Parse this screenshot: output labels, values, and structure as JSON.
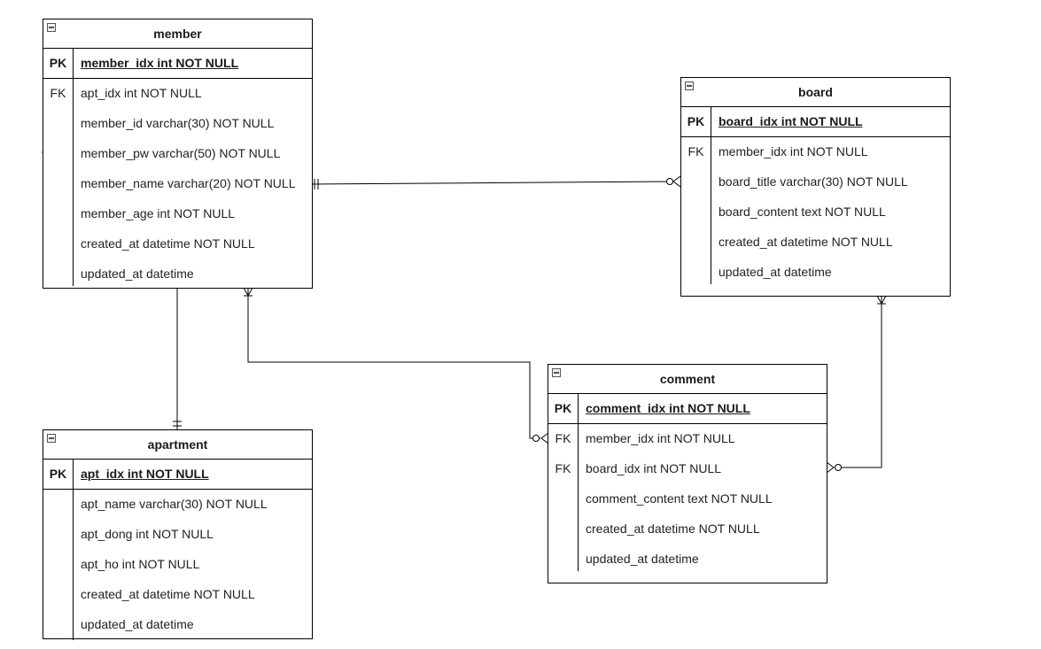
{
  "diagram": {
    "entities": [
      {
        "id": "member",
        "name": "member",
        "pk": {
          "key": "PK",
          "attr": "member_idx int NOT NULL"
        },
        "attrs": [
          {
            "key": "FK",
            "name": "apt_idx int NOT NULL"
          },
          {
            "key": "",
            "name": "member_id varchar(30) NOT NULL"
          },
          {
            "key": "",
            "name": "member_pw varchar(50) NOT NULL"
          },
          {
            "key": "",
            "name": "member_name varchar(20) NOT NULL"
          },
          {
            "key": "",
            "name": "member_age int NOT NULL"
          },
          {
            "key": "",
            "name": "created_at datetime NOT NULL"
          },
          {
            "key": "",
            "name": "updated_at datetime"
          }
        ]
      },
      {
        "id": "board",
        "name": "board",
        "pk": {
          "key": "PK",
          "attr": "board_idx int NOT NULL"
        },
        "attrs": [
          {
            "key": "FK",
            "name": "member_idx int NOT NULL"
          },
          {
            "key": "",
            "name": "board_title varchar(30) NOT NULL"
          },
          {
            "key": "",
            "name": "board_content text NOT NULL"
          },
          {
            "key": "",
            "name": "created_at datetime NOT NULL"
          },
          {
            "key": "",
            "name": "updated_at datetime"
          }
        ]
      },
      {
        "id": "apartment",
        "name": "apartment",
        "pk": {
          "key": "PK",
          "attr": "apt_idx int NOT NULL"
        },
        "attrs": [
          {
            "key": "",
            "name": "apt_name varchar(30) NOT NULL"
          },
          {
            "key": "",
            "name": "apt_dong int NOT NULL"
          },
          {
            "key": "",
            "name": "apt_ho int NOT NULL"
          },
          {
            "key": "",
            "name": "created_at datetime NOT NULL"
          },
          {
            "key": "",
            "name": "updated_at datetime"
          }
        ]
      },
      {
        "id": "comment",
        "name": "comment",
        "pk": {
          "key": "PK",
          "attr": "comment_idx int NOT NULL"
        },
        "attrs": [
          {
            "key": "FK",
            "name": "member_idx int NOT NULL"
          },
          {
            "key": "FK",
            "name": "board_idx int NOT NULL"
          },
          {
            "key": "",
            "name": "comment_content text NOT NULL"
          },
          {
            "key": "",
            "name": "created_at datetime NOT NULL"
          },
          {
            "key": "",
            "name": "updated_at datetime"
          }
        ]
      }
    ],
    "relationships": [
      {
        "from": "member",
        "to": "board",
        "from_cardinality": "exactly-one",
        "to_cardinality": "zero-or-many"
      },
      {
        "from": "member",
        "to": "apartment",
        "from_cardinality": "one",
        "to_cardinality": "exactly-one"
      },
      {
        "from": "member",
        "to": "comment",
        "from_cardinality": "one-or-many",
        "to_cardinality": "zero-or-many"
      },
      {
        "from": "board",
        "to": "comment",
        "from_cardinality": "one-or-many",
        "to_cardinality": "zero-or-many"
      }
    ]
  }
}
